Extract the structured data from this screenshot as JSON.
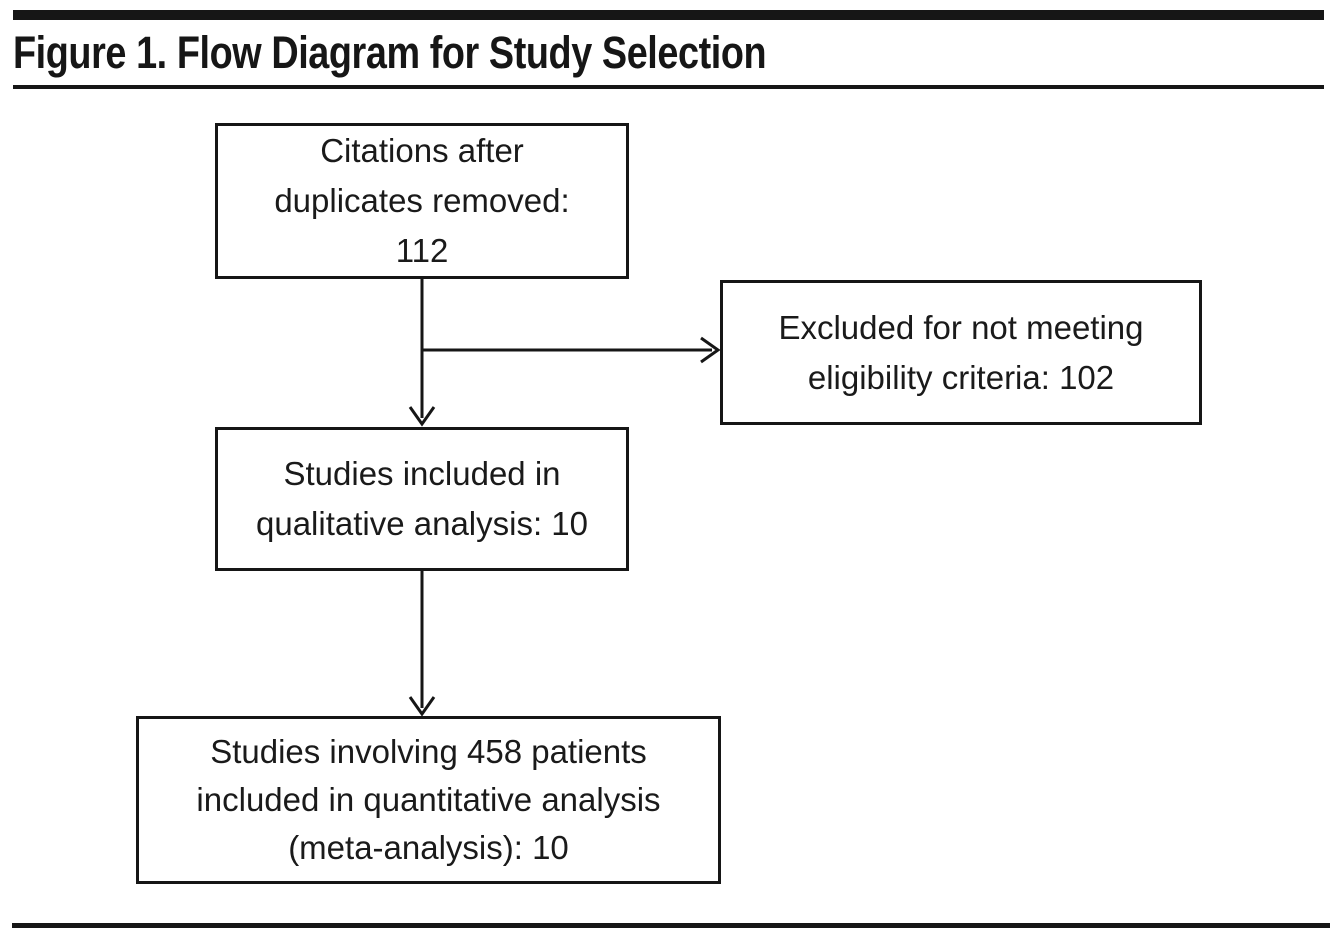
{
  "figure": {
    "title": "Figure 1. Flow Diagram for Study Selection"
  },
  "diagram": {
    "type": "flowchart",
    "colors": {
      "ink": "#161616",
      "background": "#ffffff"
    },
    "nodes": [
      {
        "id": "citations-after-duplicates",
        "lines": [
          "Citations after",
          "duplicates removed:",
          "112"
        ],
        "count": 112
      },
      {
        "id": "excluded-not-meeting-eligibility",
        "lines": [
          "Excluded for not meeting",
          "eligibility criteria: 102"
        ],
        "count": 102
      },
      {
        "id": "included-qualitative-analysis",
        "lines": [
          "Studies included in",
          "qualitative analysis: 10"
        ],
        "count": 10
      },
      {
        "id": "included-quantitative-analysis",
        "lines": [
          "Studies involving 458 patients",
          "included in quantitative analysis",
          "(meta-analysis): 10"
        ],
        "count": 10,
        "patients": 458
      }
    ],
    "edges": [
      {
        "from": "citations-after-duplicates",
        "to": "included-qualitative-analysis",
        "direction": "down"
      },
      {
        "from": "citations-after-duplicates",
        "to": "excluded-not-meeting-eligibility",
        "direction": "right"
      },
      {
        "from": "included-qualitative-analysis",
        "to": "included-quantitative-analysis",
        "direction": "down"
      }
    ]
  }
}
